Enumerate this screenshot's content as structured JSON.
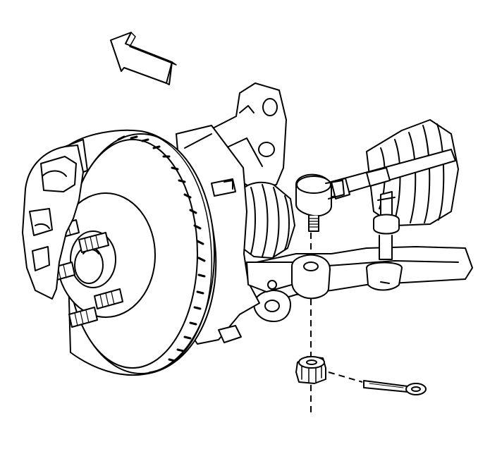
{
  "diagram": {
    "style": "monochrome line art",
    "colors": {
      "line": "#000000",
      "fill": "#ffffff",
      "shade": "#d9d9d9"
    },
    "components": [
      {
        "id": "direction-arrow",
        "icon": "front-direction-arrow"
      },
      {
        "id": "brake-rotor",
        "icon": "brake-rotor"
      },
      {
        "id": "brake-caliper",
        "icon": "brake-caliper"
      },
      {
        "id": "wheel-hub",
        "icon": "wheel-hub"
      },
      {
        "id": "wheel-studs",
        "icon": "wheel-stud",
        "count": 5
      },
      {
        "id": "steering-knuckle",
        "icon": "steering-knuckle"
      },
      {
        "id": "cv-axle-boot",
        "icon": "cv-boot"
      },
      {
        "id": "outer-tie-rod-end",
        "icon": "tie-rod-end"
      },
      {
        "id": "tie-rod",
        "icon": "tie-rod"
      },
      {
        "id": "stabilizer-link",
        "icon": "stabilizer-link"
      },
      {
        "id": "lower-control-arm",
        "icon": "control-arm"
      },
      {
        "id": "steering-gear-boot",
        "icon": "steering-boot"
      },
      {
        "id": "castellated-nut",
        "icon": "castellated-nut"
      },
      {
        "id": "cotter-pin",
        "icon": "cotter-pin"
      },
      {
        "id": "installation-path",
        "icon": "dashed-line"
      }
    ]
  }
}
